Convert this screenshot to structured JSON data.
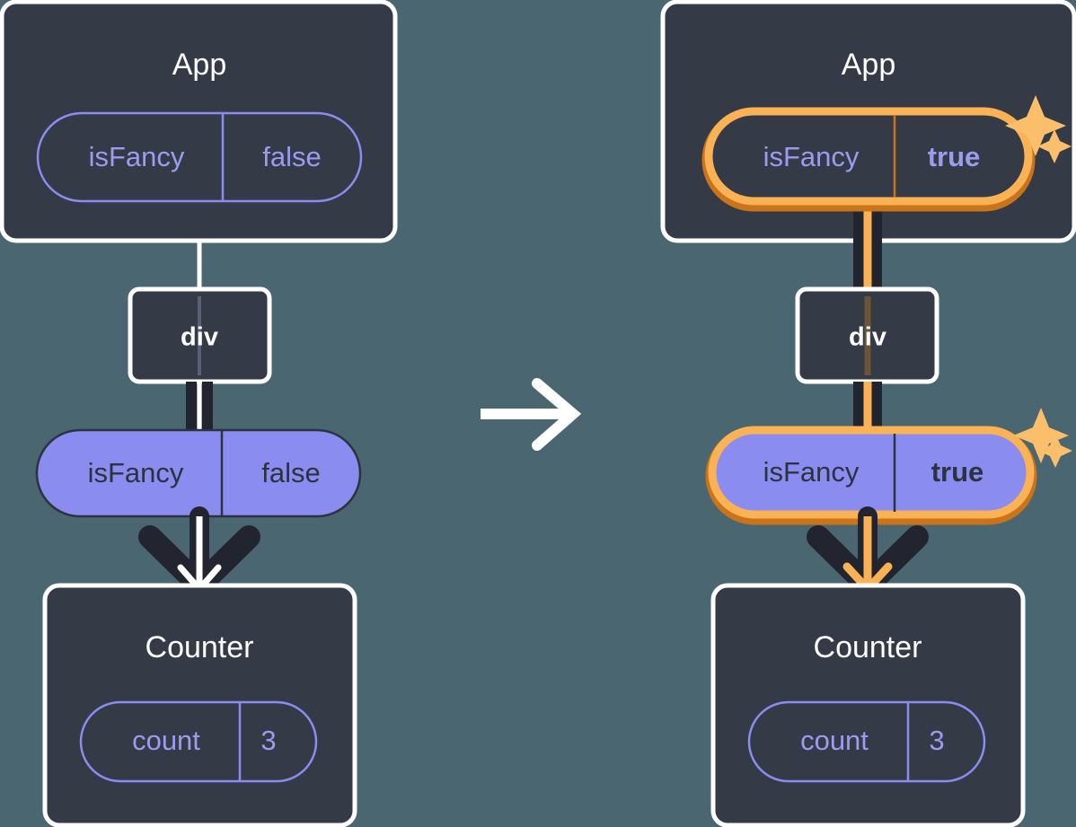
{
  "colors": {
    "background": "#4a6670",
    "panel_fill": "#343a46",
    "panel_stroke": "#ffffff",
    "pill_purple": "#8b8cf0",
    "pill_outline_stroke": "#8b8cf0",
    "pill_text_purple": "#9b9bf0",
    "pill_text_dark": "#2c333f",
    "highlight_orange": "#fbb254",
    "highlight_orange_dark": "#c9741a",
    "edge_dark": "#22252f",
    "edge_white": "#ffffff",
    "sparkle": "#fbbe6b"
  },
  "transition_arrow": {
    "icon": "arrow-right-icon",
    "color": "#ffffff"
  },
  "panels": [
    {
      "id": "before",
      "state": "initial",
      "app": {
        "title": "App",
        "pill": {
          "key": "isFancy",
          "value": "false",
          "style": "outline",
          "highlighted": false,
          "bold_value": false
        }
      },
      "div": {
        "title": "div"
      },
      "prop_pill": {
        "key": "isFancy",
        "value": "false",
        "style": "filled",
        "highlighted": false,
        "bold_value": false
      },
      "counter": {
        "title": "Counter",
        "pill": {
          "key": "count",
          "value": "3",
          "style": "outline",
          "highlighted": false,
          "bold_value": false
        }
      },
      "arrow_color": "#22252f",
      "sparkles": []
    },
    {
      "id": "after",
      "state": "updated",
      "app": {
        "title": "App",
        "pill": {
          "key": "isFancy",
          "value": "true",
          "style": "outline",
          "highlighted": true,
          "bold_value": true
        }
      },
      "div": {
        "title": "div"
      },
      "prop_pill": {
        "key": "isFancy",
        "value": "true",
        "style": "filled",
        "highlighted": true,
        "bold_value": true
      },
      "counter": {
        "title": "Counter",
        "pill": {
          "key": "count",
          "value": "3",
          "style": "outline",
          "highlighted": false,
          "bold_value": false
        }
      },
      "arrow_color": "#fbb254",
      "sparkles": [
        "sparkle-app-pill",
        "sparkle-prop-pill"
      ]
    }
  ]
}
